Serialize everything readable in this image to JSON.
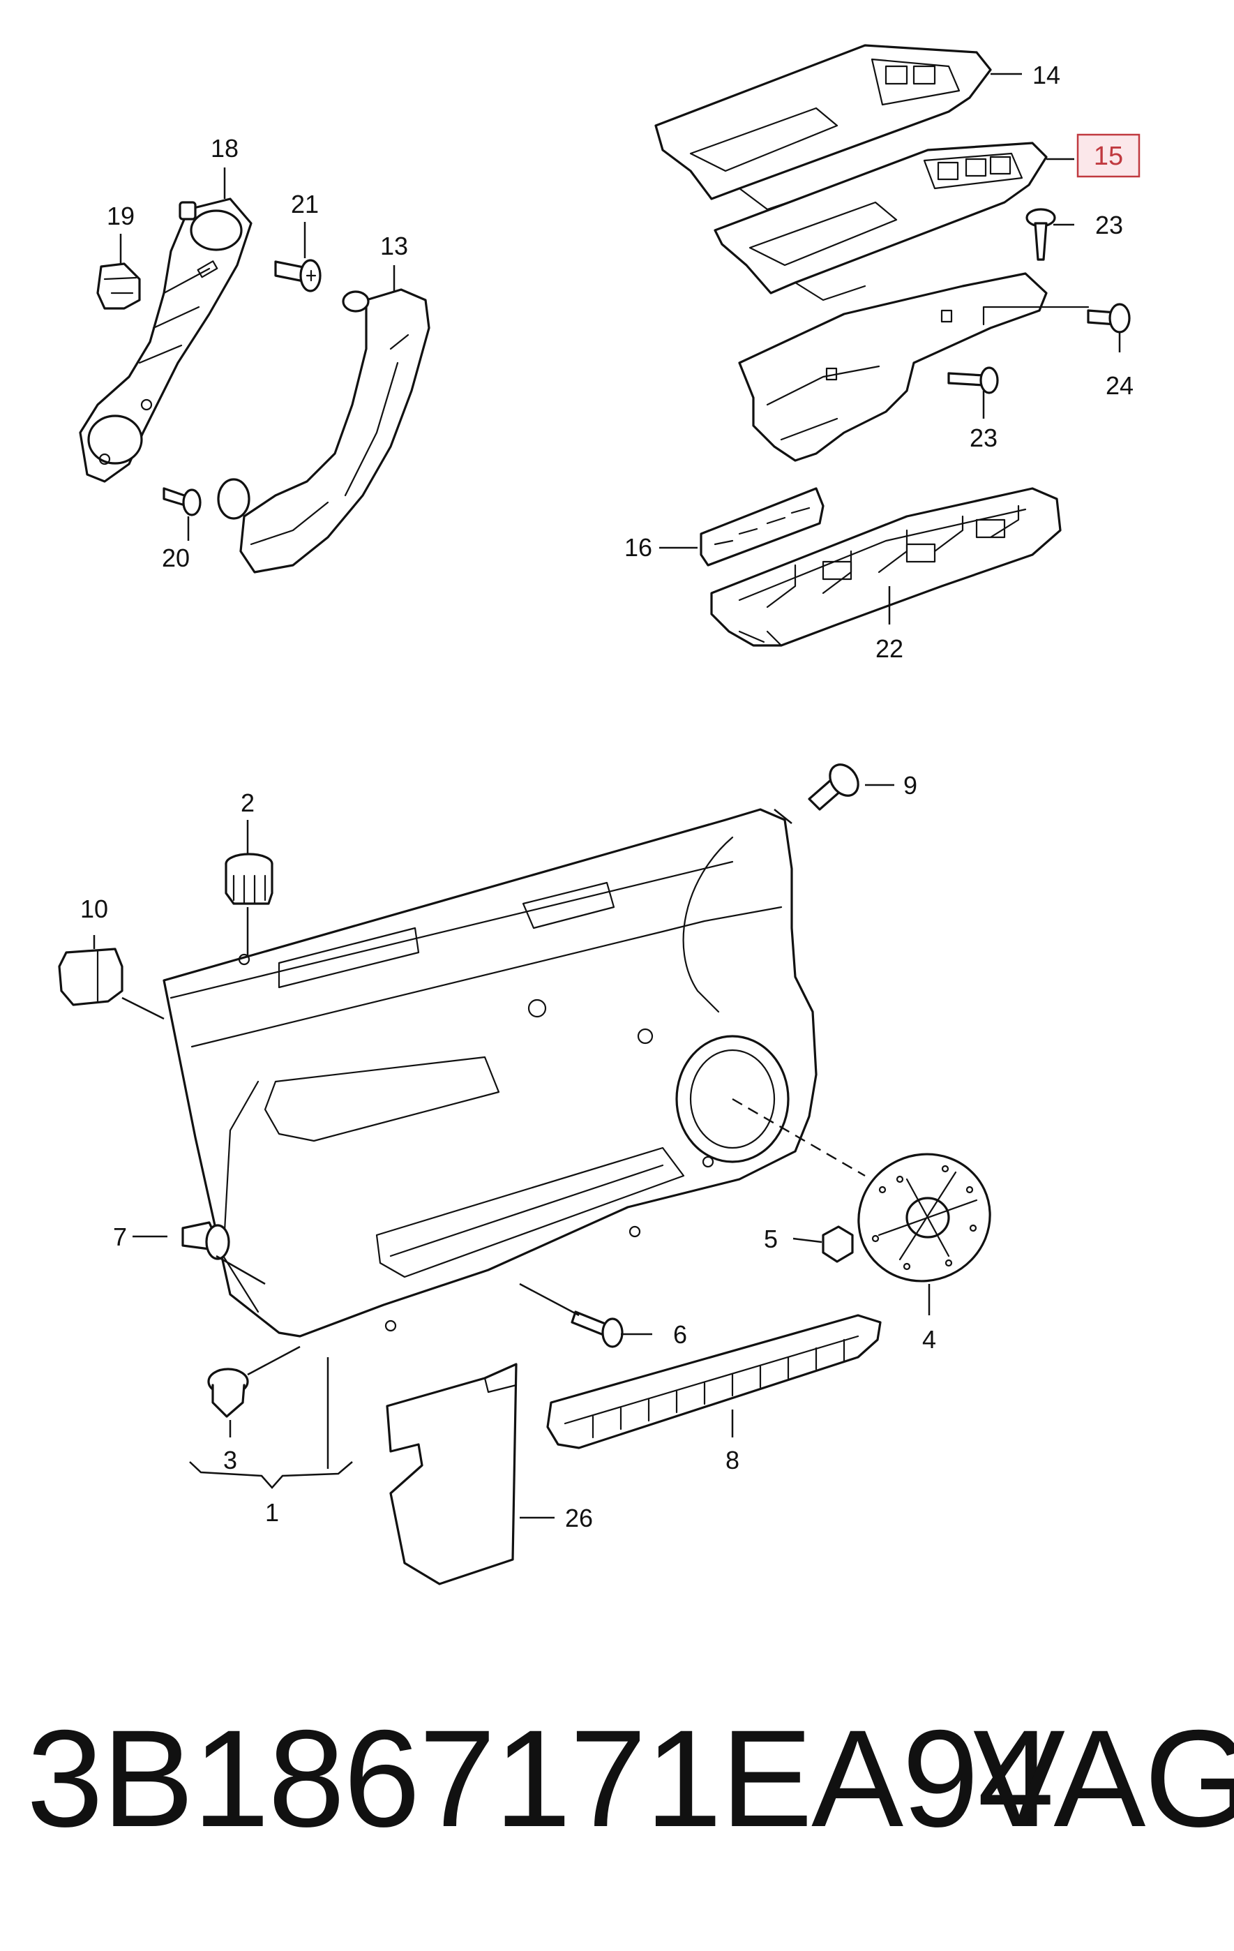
{
  "callouts": {
    "c1": "1",
    "c2": "2",
    "c3": "3",
    "c4": "4",
    "c5": "5",
    "c6": "6",
    "c7": "7",
    "c8": "8",
    "c9": "9",
    "c10": "10",
    "c13": "13",
    "c14": "14",
    "c15": "15",
    "c16": "16",
    "c18": "18",
    "c19": "19",
    "c20": "20",
    "c21": "21",
    "c22": "22",
    "c23a": "23",
    "c23b": "23",
    "c24": "24",
    "c26": "26"
  },
  "highlight_color": "#c0393f",
  "highlight_fill": "#fbe7ea",
  "footer": {
    "part_number": "3B1867171EA94",
    "brand": "VAG"
  }
}
